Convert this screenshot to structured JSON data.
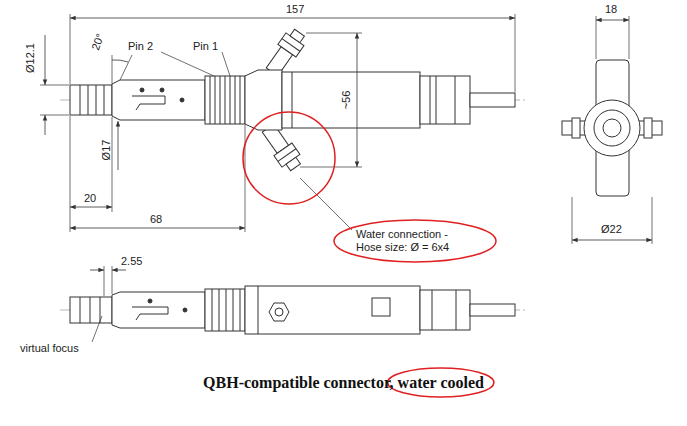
{
  "diagram": {
    "caption": "QBH-compatible connector, water cooled",
    "labels": [
      "157",
      "Pin 2",
      "Pin 1",
      "Ø12.1",
      "20°",
      "Ø17",
      "20",
      "68",
      "~56",
      "Water connection - Hose size: Ø = 6x4",
      "18",
      "Ø22",
      "2.55",
      "virtual focus"
    ]
  }
}
